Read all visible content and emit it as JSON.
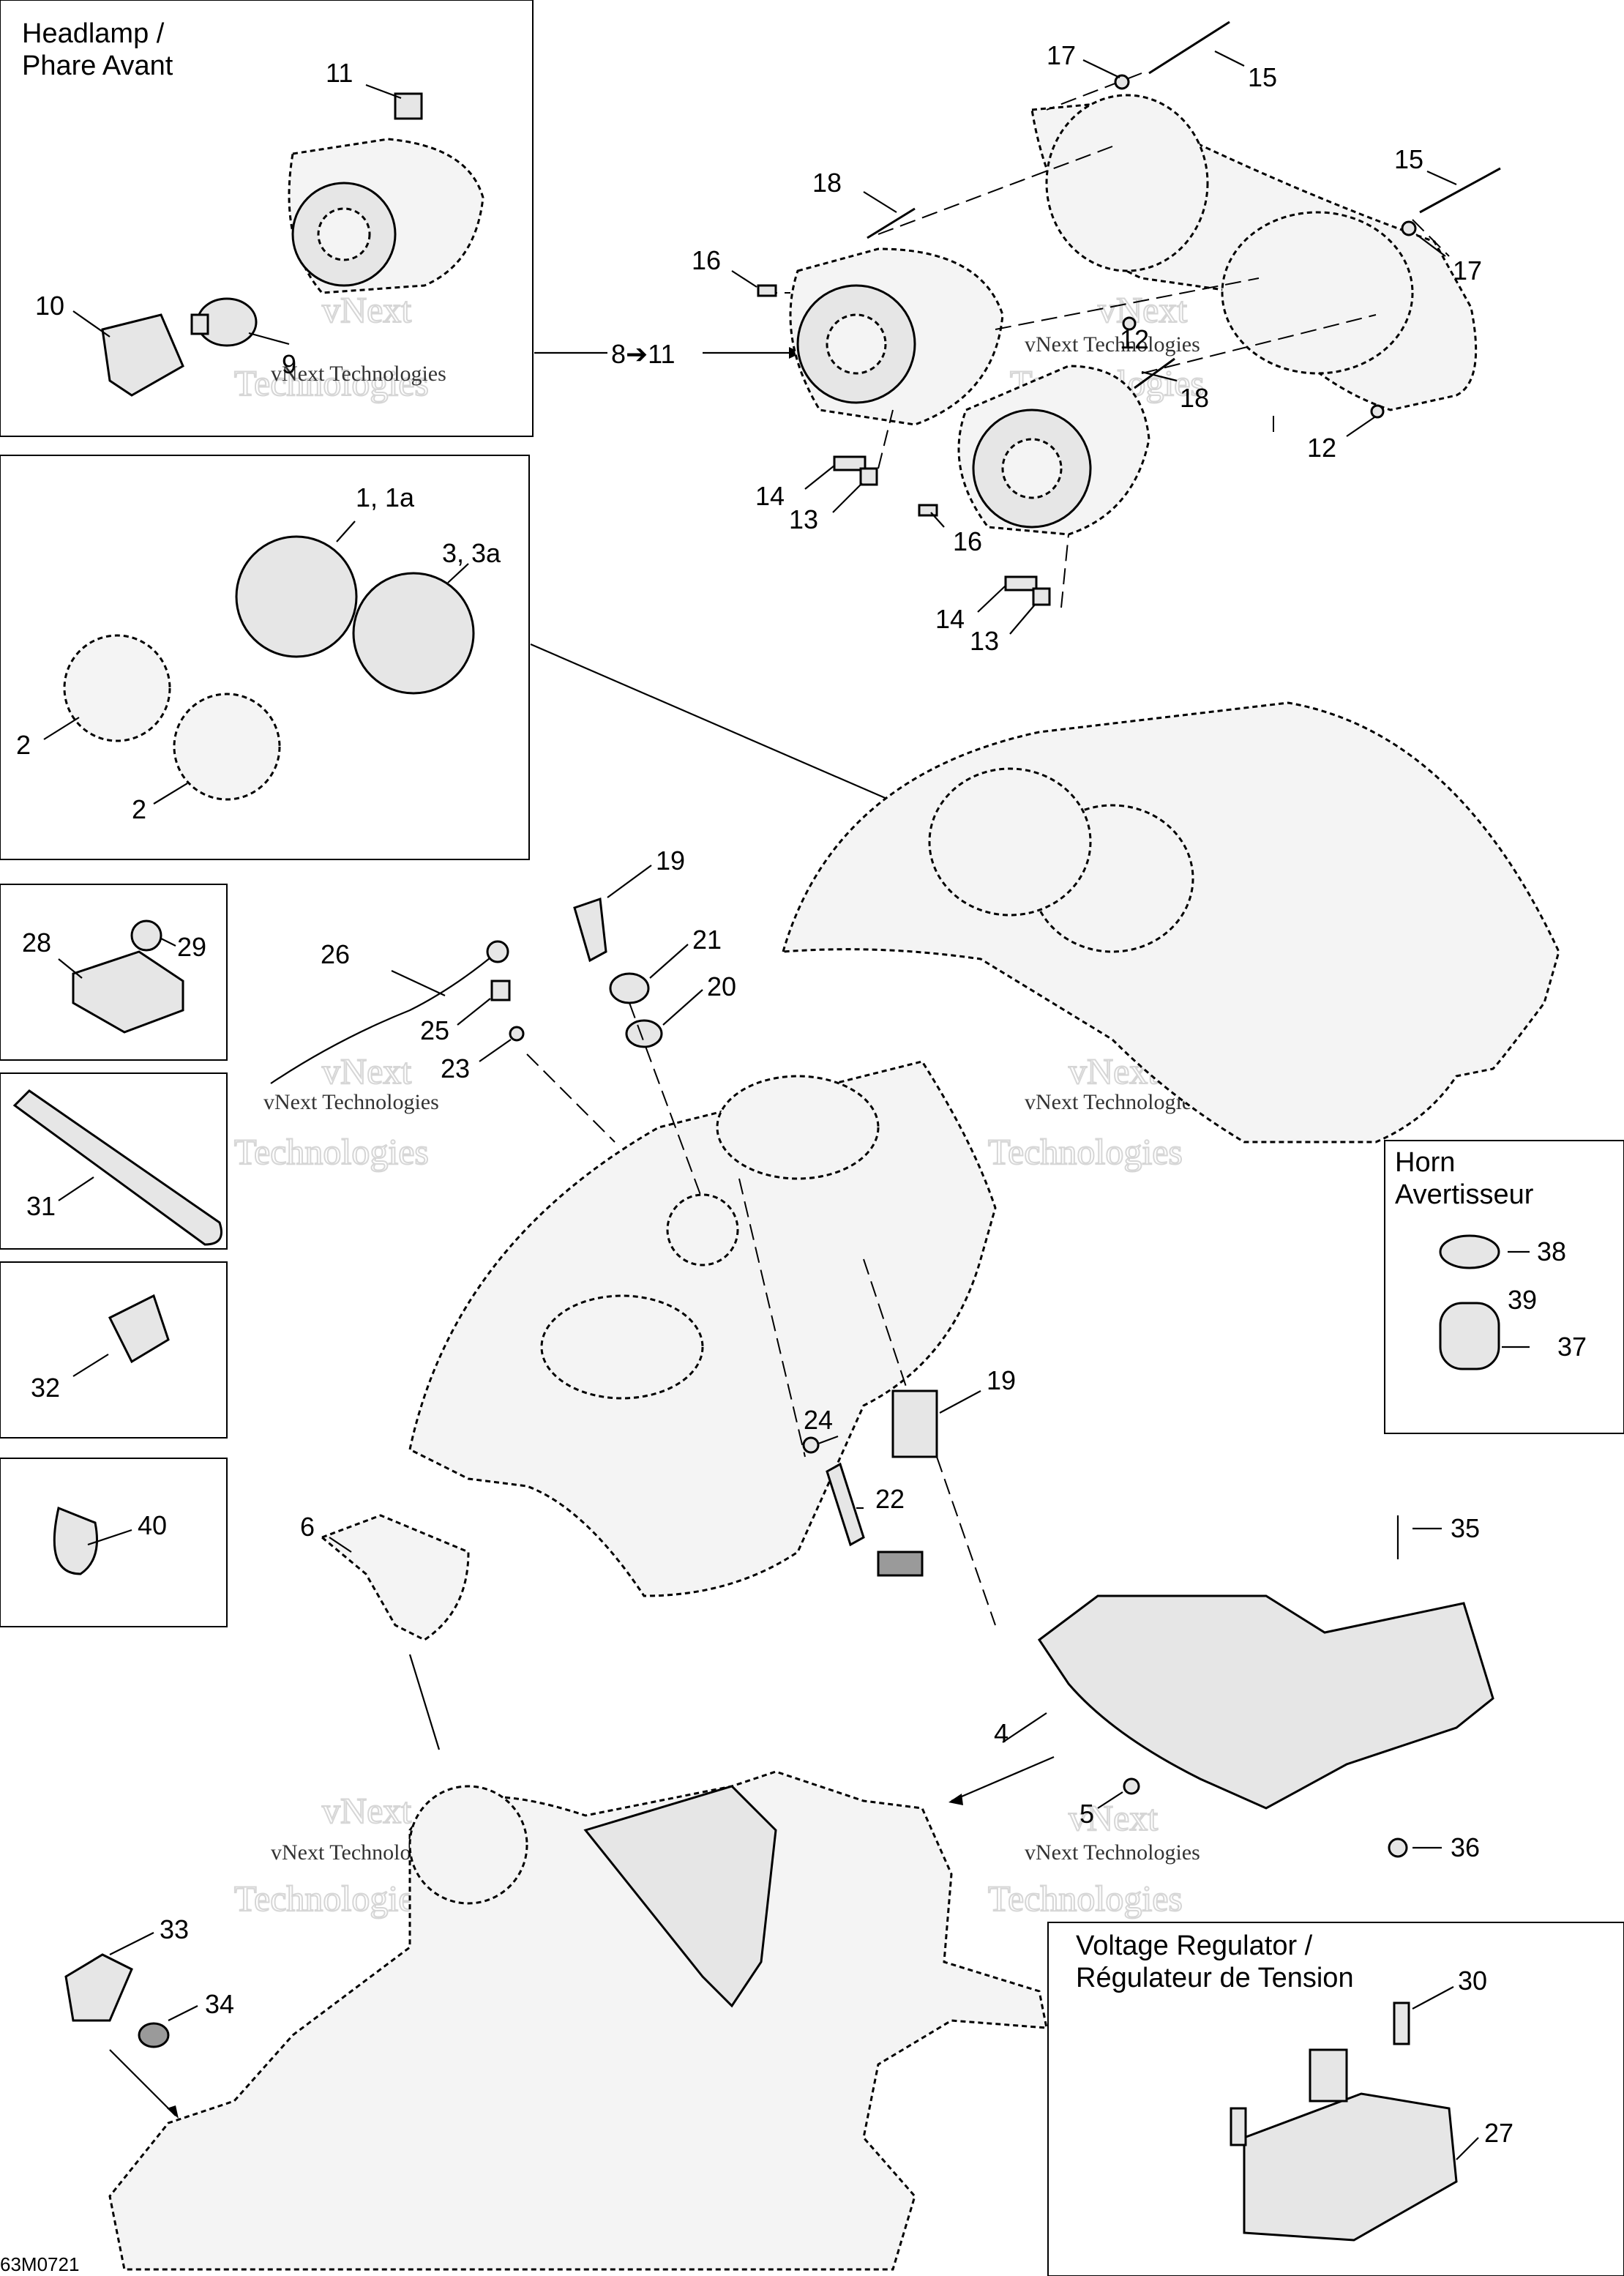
{
  "boxes": {
    "headlamp_title_en": "Headlamp /",
    "headlamp_title_fr": "Phare Avant",
    "horn_title_en": "Horn",
    "horn_title_fr": "Avertisseur",
    "regulator_title_en": "Voltage Regulator /",
    "regulator_title_fr": "Régulateur de Tension"
  },
  "callouts": {
    "c11a": "11",
    "c10": "10",
    "c9": "9",
    "c8to11": "8➔11",
    "c17a": "17",
    "c15a": "15",
    "c15b": "15",
    "c17b": "17",
    "c18a": "18",
    "c16a": "16",
    "c12a": "12",
    "c18b": "18",
    "c12b": "12",
    "c14a": "14",
    "c13a": "13",
    "c16b": "16",
    "c14b": "14",
    "c13b": "13",
    "c1": "1, 1a",
    "c3": "3, 3a",
    "c2a": "2",
    "c2b": "2",
    "c28": "28",
    "c29": "29",
    "c31": "31",
    "c32": "32",
    "c40": "40",
    "c19a": "19",
    "c21": "21",
    "c20": "20",
    "c26": "26",
    "c25": "25",
    "c23": "23",
    "c24": "24",
    "c19b": "19",
    "c22": "22",
    "c6": "6",
    "c38": "38",
    "c39": "39",
    "c37": "37",
    "c35": "35",
    "c4": "4",
    "c5": "5",
    "c36": "36",
    "c33": "33",
    "c34": "34",
    "c30": "30",
    "c27": "27"
  },
  "watermark": {
    "line1": "vNext",
    "line2": "Technologies",
    "small": "vNext Technologies"
  },
  "drawing_code": "63M0721"
}
